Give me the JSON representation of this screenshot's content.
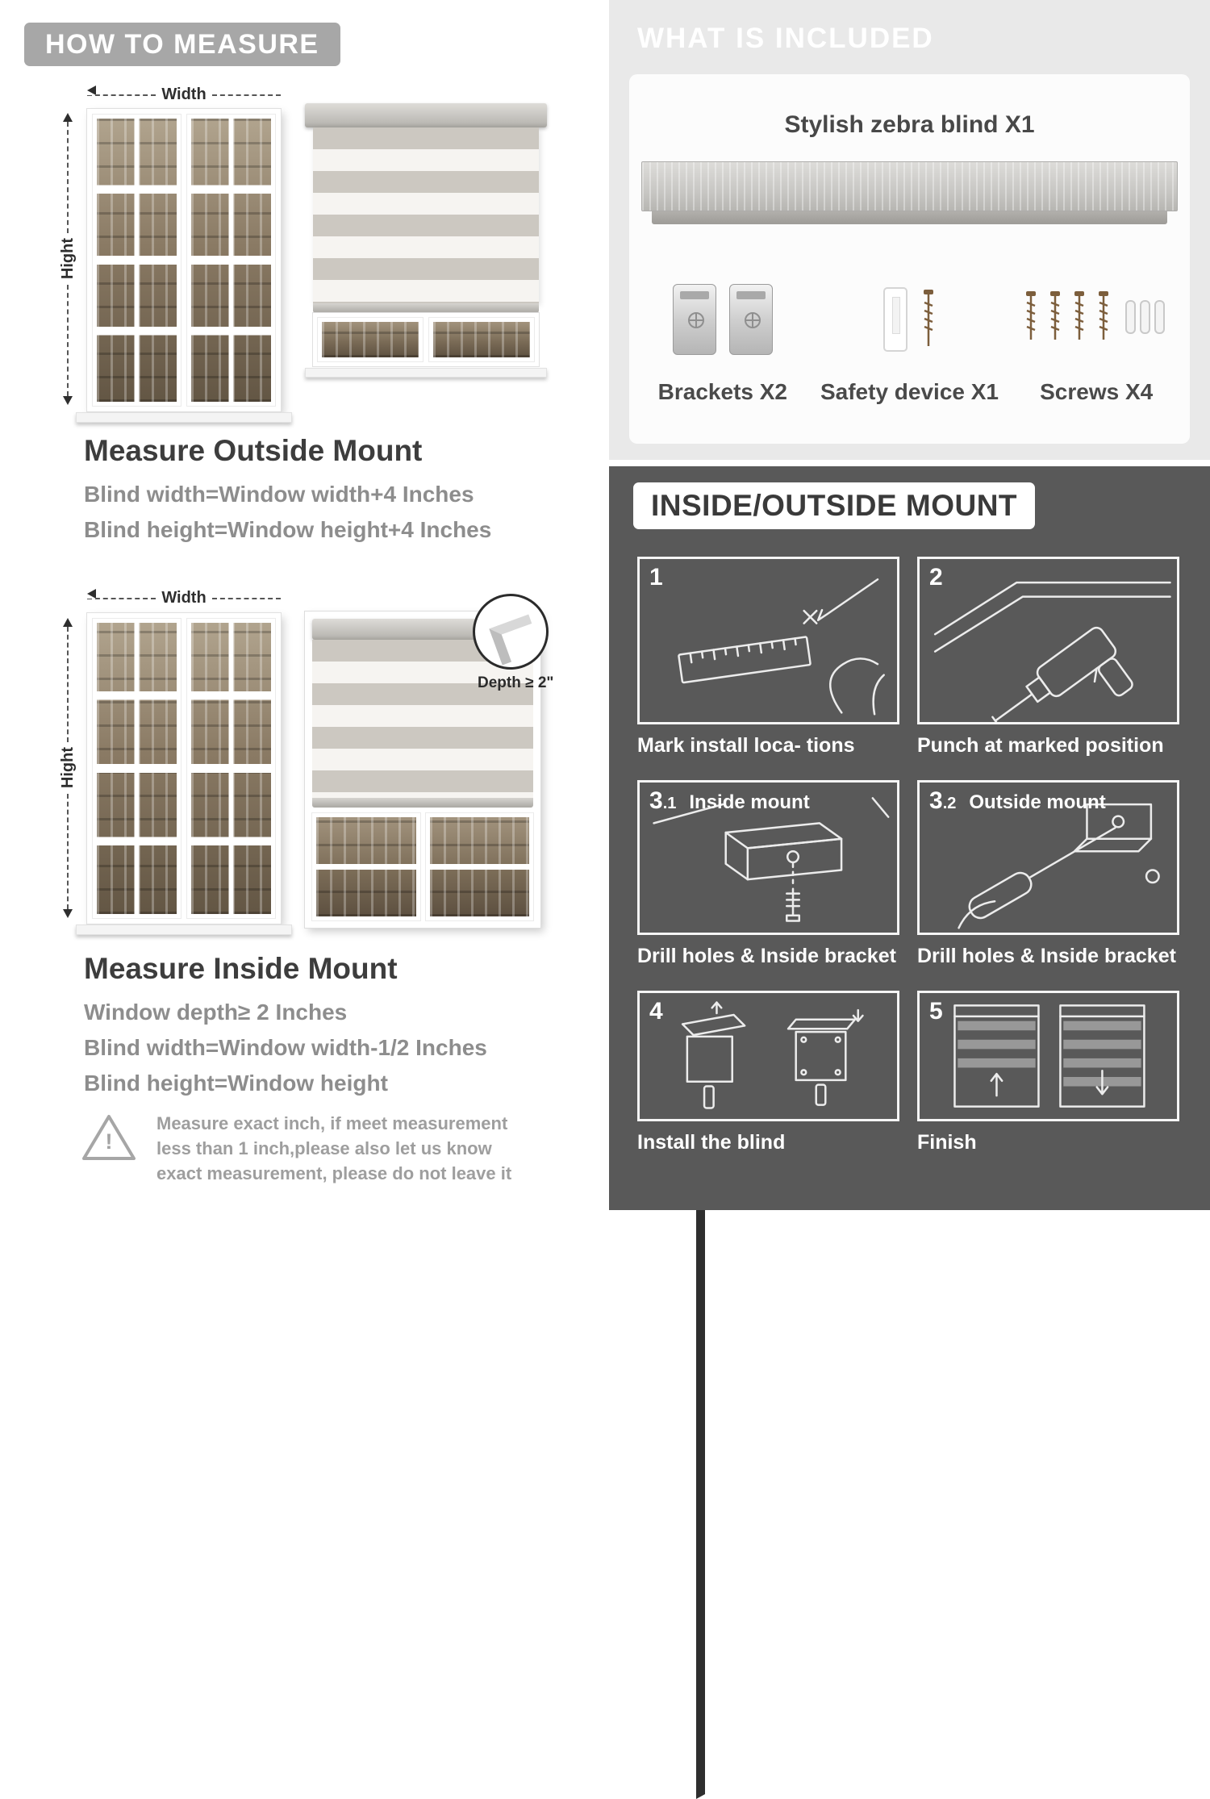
{
  "measure": {
    "header": "HOW TO MEASURE",
    "outside": {
      "width_label": "Width",
      "height_label": "Hight",
      "title": "Measure Outside Mount",
      "lines": [
        "Blind width=Window width+4 Inches",
        "Blind height=Window height+4 Inches"
      ]
    },
    "inside": {
      "width_label": "Width",
      "height_label": "Hight",
      "depth_label": "Depth ≥ 2\"",
      "title": "Measure Inside Mount",
      "lines": [
        "Window depth≥ 2 Inches",
        "Blind width=Window width-1/2 Inches",
        "Blind height=Window height"
      ]
    },
    "warning_icon": "!",
    "warning": "Measure exact inch, if meet measurement less than 1 inch,please also let us know exact measurement, please do not leave it"
  },
  "included": {
    "header": "WHAT IS INCLUDED",
    "blind_label": "Stylish zebra blind X1",
    "items": [
      {
        "label": "Brackets X2"
      },
      {
        "label": "Safety device X1"
      },
      {
        "label": "Screws X4"
      }
    ]
  },
  "mount": {
    "header": "INSIDE/OUTSIDE MOUNT",
    "steps": [
      {
        "num": "1",
        "sub": "",
        "title": "",
        "caption": "Mark install loca- tions"
      },
      {
        "num": "2",
        "sub": "",
        "title": "",
        "caption": "Punch at  marked position"
      },
      {
        "num": "3",
        "sub": ".1",
        "title": "Inside mount",
        "caption": "Drill holes &  Inside bracket"
      },
      {
        "num": "3",
        "sub": ".2",
        "title": "Outside mount",
        "caption": "Drill holes &  Inside bracket"
      },
      {
        "num": "4",
        "sub": "",
        "title": "",
        "caption": "Install the blind"
      },
      {
        "num": "5",
        "sub": "",
        "title": "",
        "caption": "Finish"
      }
    ]
  },
  "colors": {
    "header_pill_gray": "#a7a7a7",
    "section_light_gray": "#e9e9e9",
    "section_dark_gray": "#595959",
    "heading_text": "#3d3d3d",
    "body_text": "#8d8d8d"
  }
}
